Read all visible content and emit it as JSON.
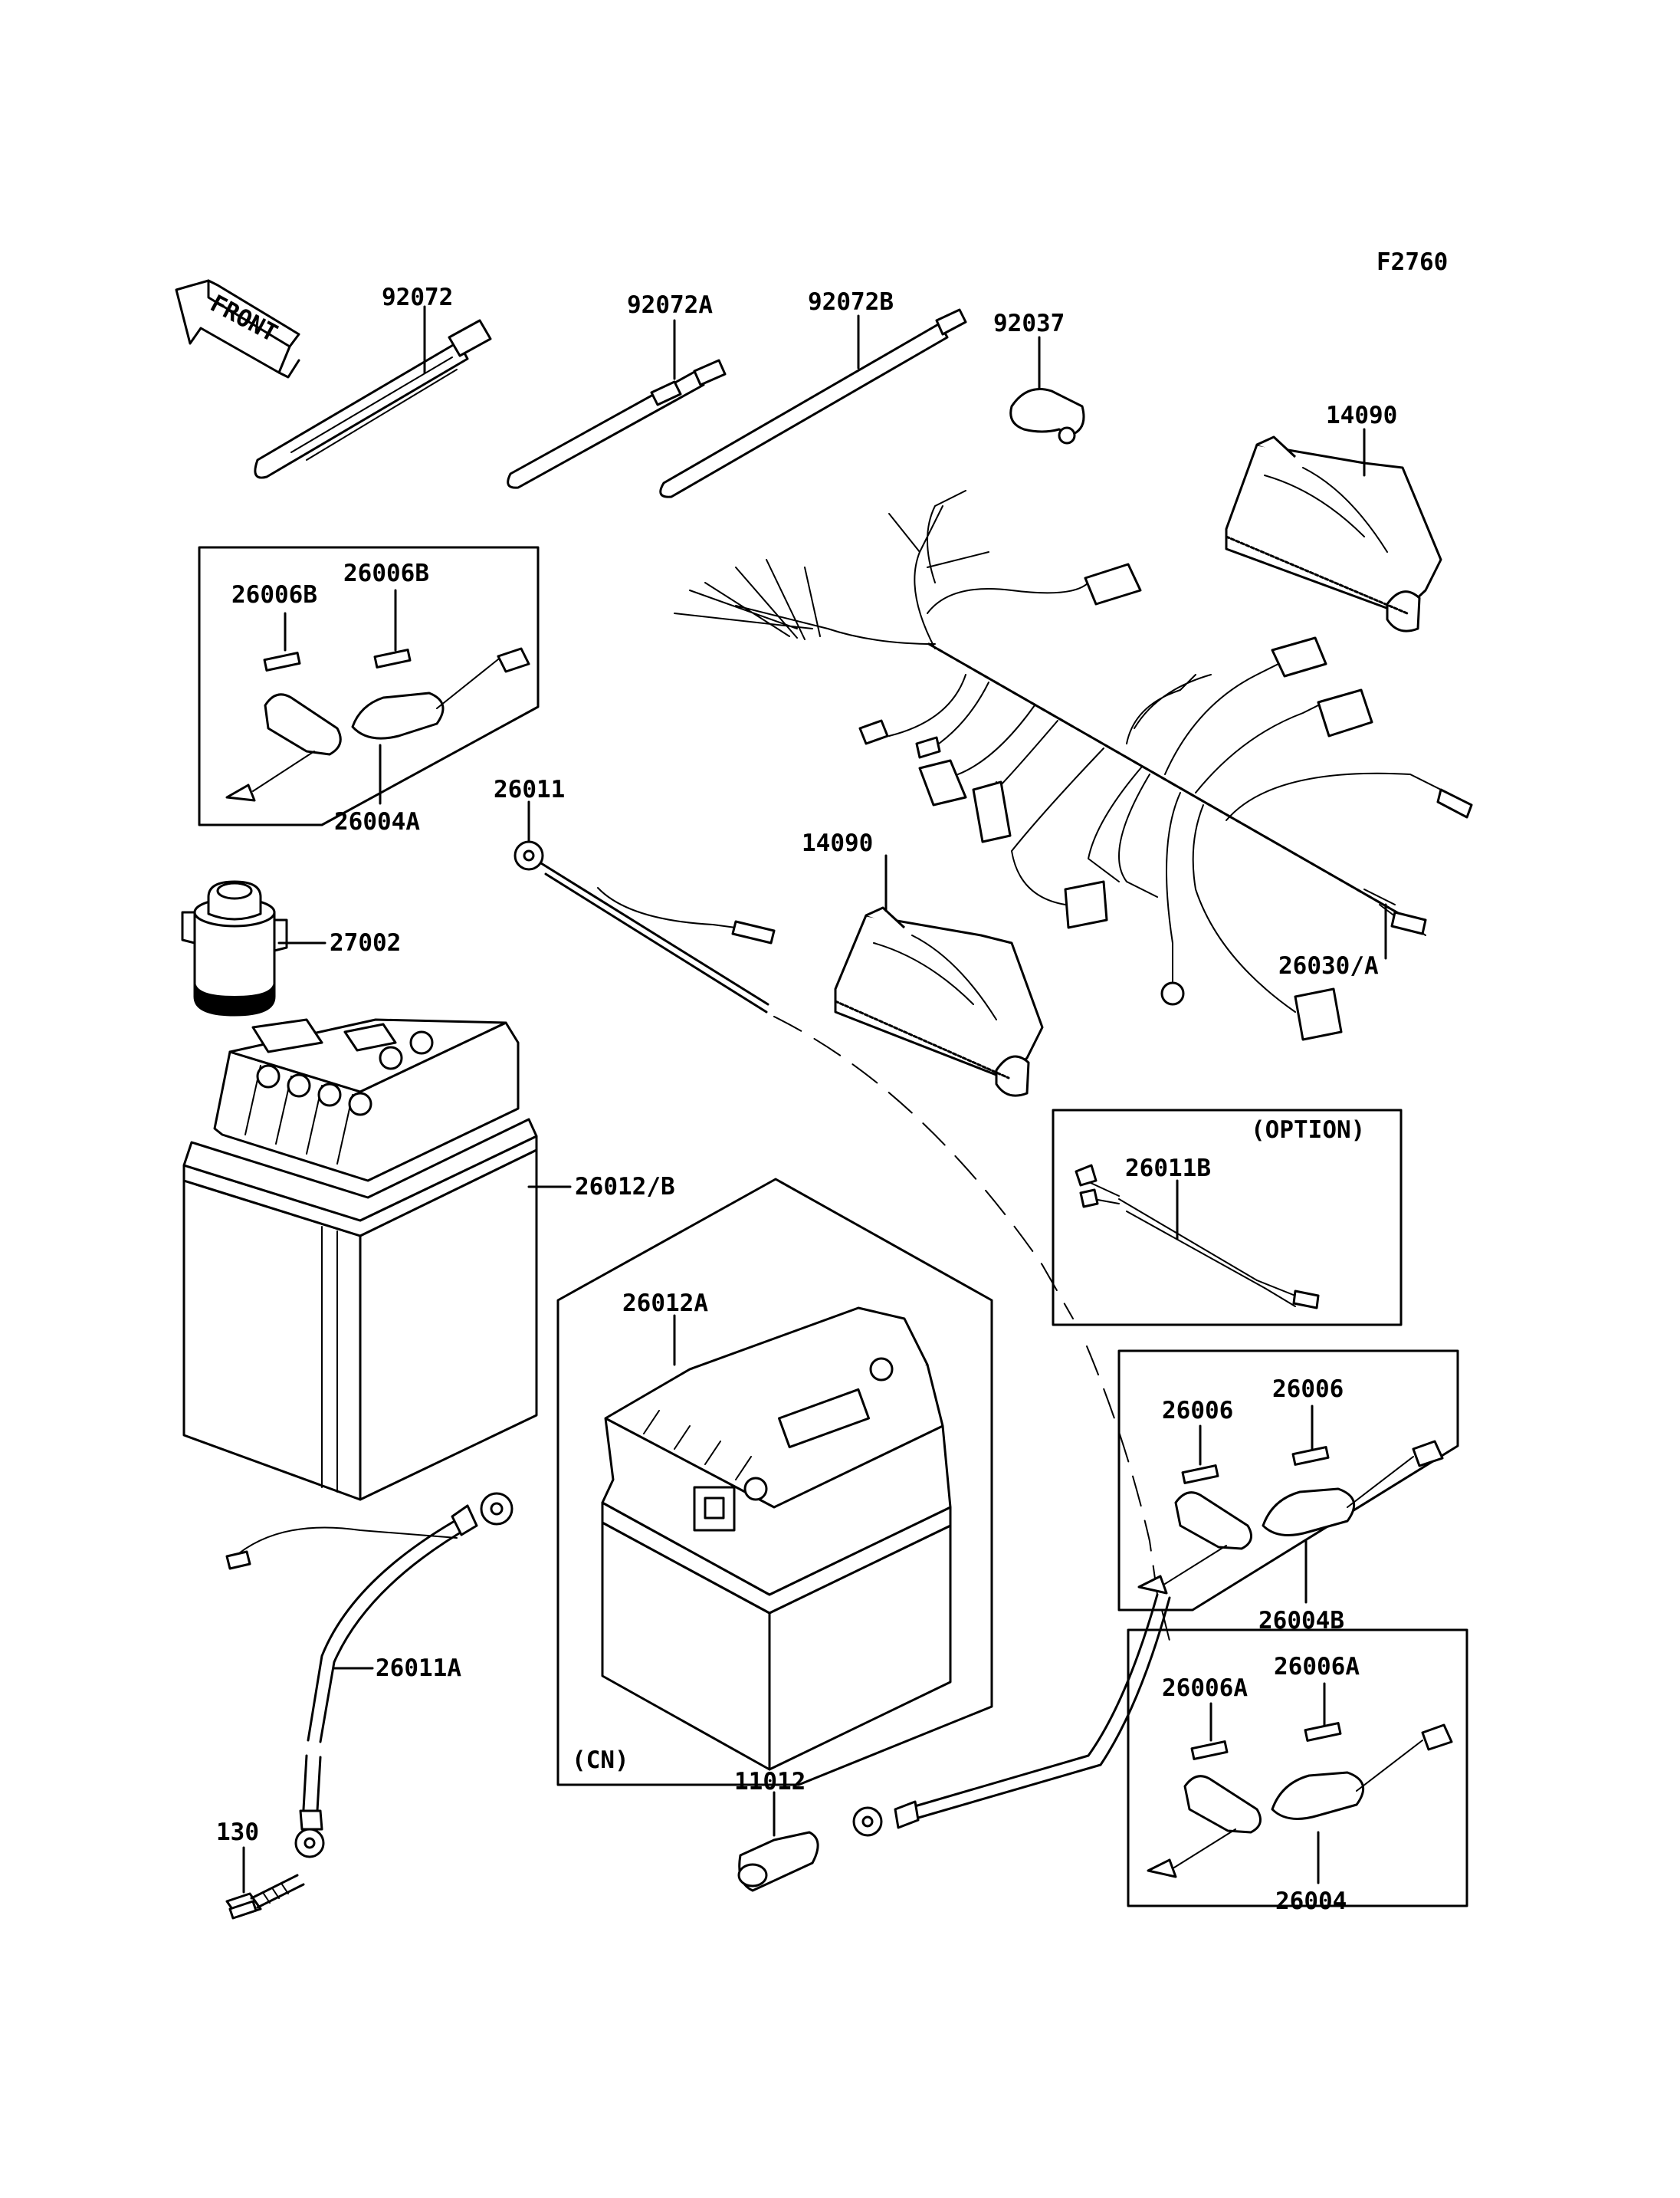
{
  "figure_code": "F2760",
  "front_label": "FRONT",
  "labels": {
    "p92072": "92072",
    "p92072a": "92072A",
    "p92072b": "92072B",
    "p92037": "92037",
    "p14090_top": "14090",
    "p14090_mid": "14090",
    "p26006b_1": "26006B",
    "p26006b_2": "26006B",
    "p26004a": "26004A",
    "p26011": "26011",
    "p27002": "27002",
    "p26030a": "26030/A",
    "p26012b": "26012/B",
    "p26012a": "26012A",
    "option": "(OPTION)",
    "p26011b": "26011B",
    "p26006_1": "26006",
    "p26006_2": "26006",
    "p26004b": "26004B",
    "p26011a": "26011A",
    "cn": "(CN)",
    "p11012": "11012",
    "p130": "130",
    "p26006a_1": "26006A",
    "p26006a_2": "26006A",
    "p26004": "26004"
  }
}
